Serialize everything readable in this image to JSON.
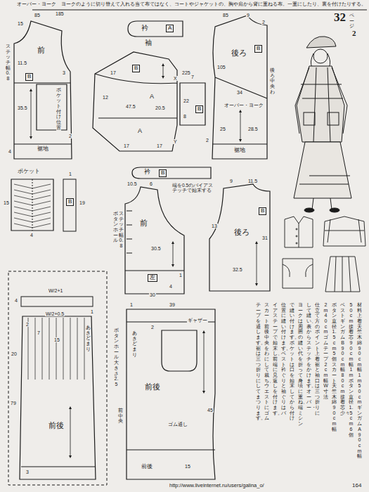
{
  "diagram": {
    "nodes": [
      {
        "text": [
          "前"
        ]
      },
      {
        "text": [
          "衿"
        ]
      },
      {
        "text": [
          "袖"
        ]
      },
      {
        "text": [
          "後ろ"
        ]
      },
      {
        "text": [
          "ポケット"
        ]
      },
      {
        "text": [
          "衿"
        ]
      },
      {
        "text": [
          "前"
        ]
      },
      {
        "text": [
          "後ろ"
        ]
      },
      {
        "text": [
          "前後"
        ]
      },
      {
        "text": [
          "前後"
        ]
      }
    ],
    "labels": [
      "オーバー・ヨーク　ヨークのように切り替えて入れる当て布ではなく、コートやジャケットの、胸や肩から背に重ねる布。一重にしたり、裏を付けたりする。",
      "32",
      "ページ",
      "2",
      "164",
      "http://www.liveinternet.ru/users/galina_o/",
      "15",
      "85",
      "185",
      "ステッチ幅0.8",
      "11.5",
      "B",
      "3",
      "ポケット付け位置",
      "35.5",
      "2",
      "裾地",
      "4",
      "A",
      "B",
      "17",
      "A",
      "12",
      "47.5",
      "20.5",
      "A",
      "17",
      "17",
      "225",
      "X",
      "Y",
      "7",
      "22",
      "B",
      "8",
      "85",
      "9",
      "2",
      "B",
      "105",
      "後ろ中央わ",
      "34",
      "オーバー・ヨーク",
      "25",
      "28.5",
      "裾地",
      "2",
      "B",
      "15",
      "19",
      "4",
      "1",
      "B",
      "端を0.5のバイアステッチで始末する",
      "10.5",
      "6",
      "ボタンホール",
      "ステッチ幅0.8",
      "30.5",
      "左",
      "1",
      "4",
      "30",
      "9",
      "11.5",
      "B",
      "31",
      "32.5",
      "13",
      "W/2+1",
      "4",
      "W/2+0.5",
      "1",
      "2",
      "7",
      "15",
      "20",
      "79",
      "あきどまり",
      "3",
      "39",
      "1",
      "ギャザー",
      "ボタンホール大きさ2.5",
      "あきどまり",
      "2",
      "前中央",
      "45",
      "ゴム通し",
      "前後",
      "15",
      "材料　上着　天竺木綿90cm幅1m50cm　ギンガムA90cm幅",
      "50cm　接着芯90cm幅1m　ボタン直径1.5cm6個",
      "ベスト　ギンガムB90cm幅80cm　接着芯少々",
      "ボタン直径1.5cm5個　スカート　天竺木綿90cm幅",
      "2m40cm　ゴムテープ2cm幅W寸法",
      "仕立て方のポイント　上着　裾と袖口は三つ折りに",
      "して縫い、表からステッチをかけます。オーバー・",
      "ヨークは周囲の縫い代を折って身頃に重ね、端ミシン",
      "で縫い付けます。ポケットは口を始末してから付け",
      "位置に縫い付けます。ベスト　衿ぐりと袖ぐりはバ",
      "イアステープで始末し、前端に見返しを付けます。",
      "スカート　前後中央をわにして裁ち、ウエストにゴム",
      "テープを通します。裾は三つ折りにしてまつります。"
    ]
  }
}
